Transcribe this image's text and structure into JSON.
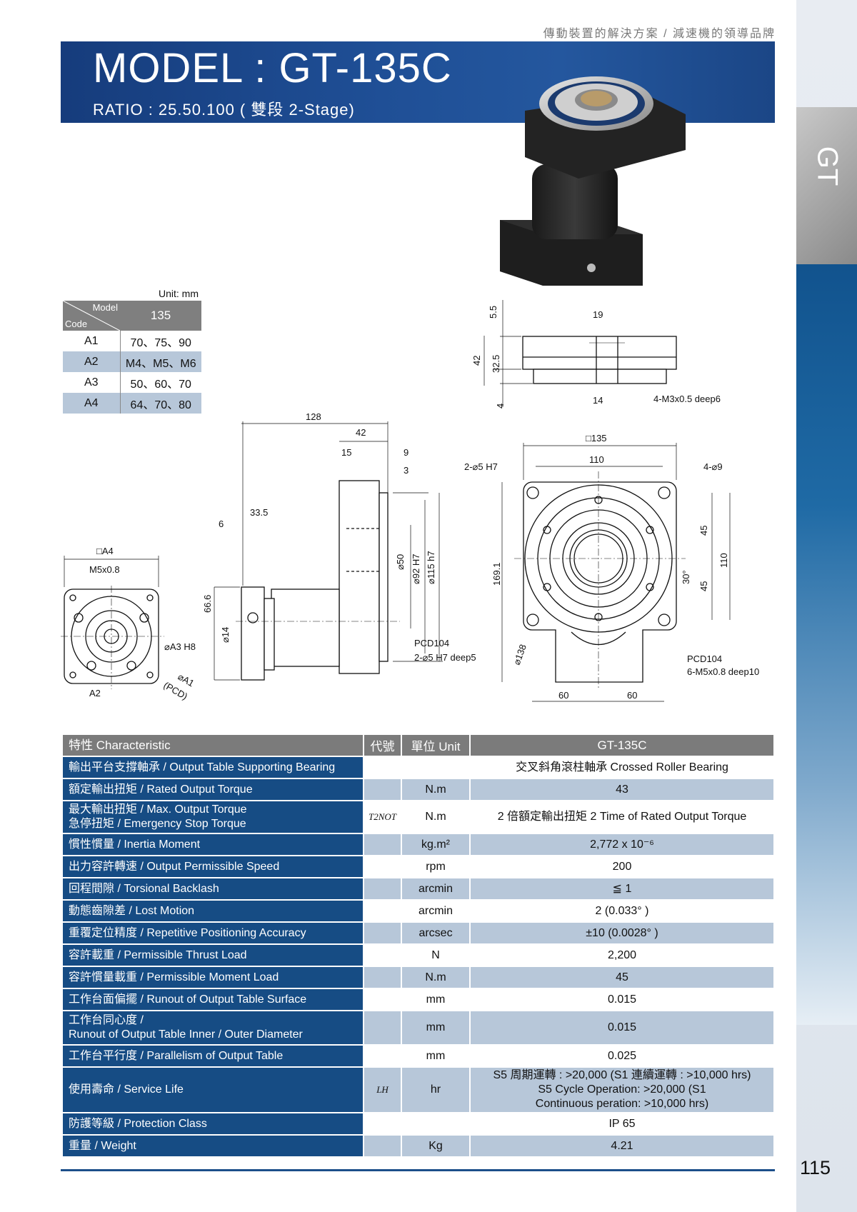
{
  "header": {
    "tagline": "傳動裝置的解決方案 / 減速機的領導品牌",
    "model_title": "MODEL : GT-135C",
    "ratio": "RATIO : 25.50.100 ( 雙段 2-Stage)",
    "side_tab": "GT"
  },
  "code_table": {
    "unit": "Unit: mm",
    "header_model": "Model",
    "header_code": "Code",
    "header_value": "135",
    "rows": [
      {
        "code": "A1",
        "value": "70、75、90"
      },
      {
        "code": "A2",
        "value": "M4、M5、M6"
      },
      {
        "code": "A3",
        "value": "50、60、70"
      },
      {
        "code": "A4",
        "value": "64、70、80"
      }
    ]
  },
  "drawing_labels": {
    "top_dims": [
      "5.5",
      "19",
      "42",
      "32.5",
      "4",
      "14",
      "4-M3x0.5 deep6"
    ],
    "side_dims": [
      "128",
      "42",
      "15",
      "9",
      "3",
      "33.5",
      "6",
      "66.6",
      "⌀14",
      "⌀50",
      "⌀92 H7",
      "⌀115 h7"
    ],
    "left_view": [
      "□A4",
      "M5x0.8",
      "⌀A3 H8",
      "⌀A1",
      "(PCD)",
      "A2"
    ],
    "front_view": [
      "□135",
      "110",
      "2-⌀5 H7",
      "4-⌀9",
      "45",
      "45",
      "110",
      "30°",
      "169.1",
      "⌀138",
      "PCD104",
      "2-⌀5 H7 deep5",
      "PCD104",
      "6-M5x0.8 deep10",
      "60",
      "60"
    ]
  },
  "spec_table": {
    "headers": [
      "特性 Characteristic",
      "代號",
      "單位 Unit",
      "GT-135C"
    ],
    "rows": [
      {
        "char": "輸出平台支撐軸承 / Output Table Supporting Bearing",
        "code": "",
        "unit": "",
        "value": "交叉斜角滾柱軸承 Crossed Roller Bearing"
      },
      {
        "char": "額定輸出扭矩 / Rated Output Torque",
        "code": "",
        "unit": "N.m",
        "value": "43"
      },
      {
        "char": "最大輸出扭矩 / Max. Output Torque",
        "char2": "急停扭矩 / Emergency Stop Torque",
        "code": "T2NOT",
        "unit": "N.m",
        "value": "2 倍額定輸出扭矩 2 Time of Rated Output Torque"
      },
      {
        "char": "慣性慣量 / Inertia Moment",
        "code": "",
        "unit": "kg.m²",
        "value": "2,772 x 10⁻⁶"
      },
      {
        "char": "出力容許轉速 / Output Permissible Speed",
        "code": "",
        "unit": "rpm",
        "value": "200"
      },
      {
        "char": "回程間隙 / Torsional Backlash",
        "code": "",
        "unit": "arcmin",
        "value": "≦ 1"
      },
      {
        "char": "動態齒隙差 / Lost Motion",
        "code": "",
        "unit": "arcmin",
        "value": "2 (0.033° )"
      },
      {
        "char": "重覆定位精度 / Repetitive Positioning Accuracy",
        "code": "",
        "unit": "arcsec",
        "value": "±10 (0.0028° )"
      },
      {
        "char": "容許載重 / Permissible Thrust Load",
        "code": "",
        "unit": "N",
        "value": "2,200"
      },
      {
        "char": "容許慣量載重 / Permissible Moment Load",
        "code": "",
        "unit": "N.m",
        "value": "45"
      },
      {
        "char": "工作台面偏擺 / Runout of Output Table Surface",
        "code": "",
        "unit": "mm",
        "value": "0.015"
      },
      {
        "char": "工作台同心度 /",
        "char2": "Runout of Output Table Inner / Outer Diameter",
        "code": "",
        "unit": "mm",
        "value": "0.015"
      },
      {
        "char": "工作台平行度 / Parallelism of Output Table",
        "code": "",
        "unit": "mm",
        "value": "0.025"
      },
      {
        "char": "使用壽命 / Service Life",
        "code": "LH",
        "unit": "hr",
        "value": "S5 周期運轉 : >20,000 (S1 連續運轉 : >10,000 hrs)",
        "value2": "S5 Cycle Operation: >20,000 (S1",
        "value3": "Continuous peration: >10,000 hrs)"
      },
      {
        "char": "防護等級 / Protection Class",
        "code": "",
        "unit": "",
        "value": "IP 65"
      },
      {
        "char": "重量 / Weight",
        "code": "",
        "unit": "Kg",
        "value": "4.21"
      }
    ]
  },
  "footer": {
    "page_number": "115"
  }
}
